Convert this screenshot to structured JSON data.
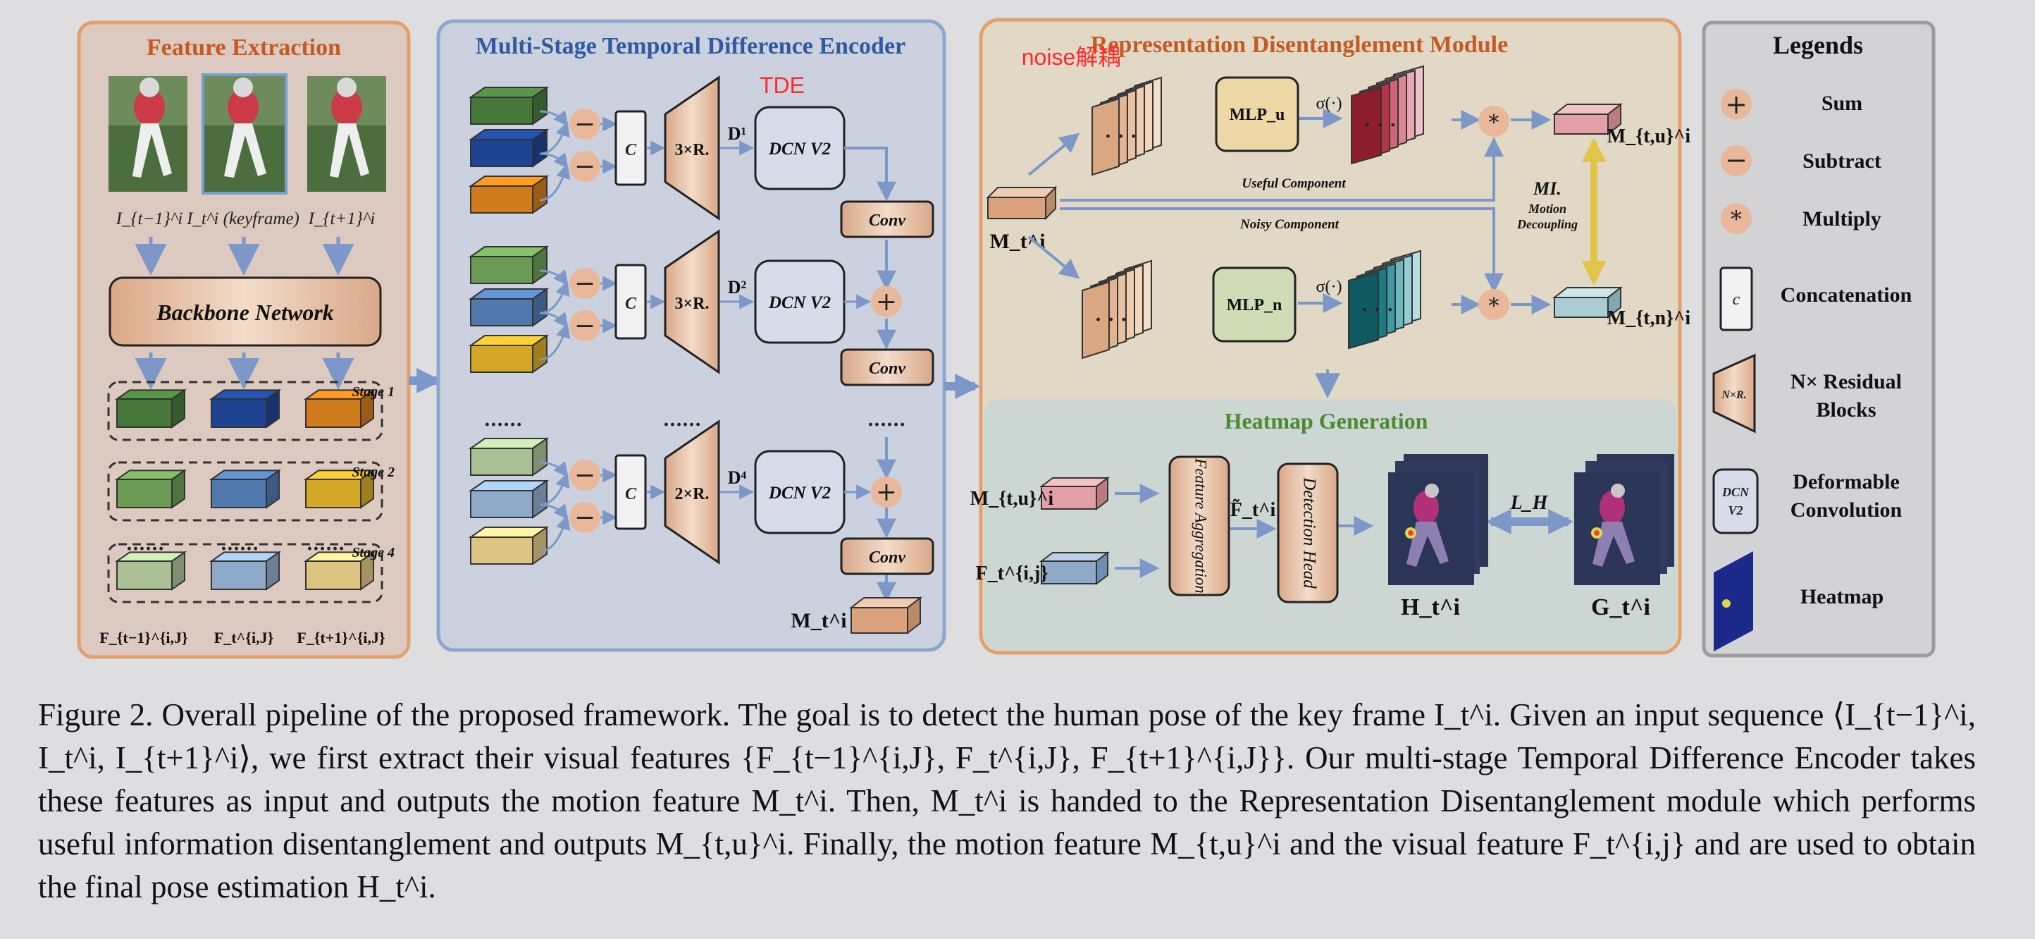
{
  "feature_extraction": {
    "title": "Feature Extraction",
    "frame_labels": [
      "I_{t−1}^i",
      "I_t^i (keyframe)",
      "I_{t+1}^i"
    ],
    "backbone": "Backbone Network",
    "stages": [
      "Stage 1",
      "Stage 2",
      "Stage 4"
    ],
    "ellipsis": "......",
    "feature_labels": [
      "F_{t−1}^{i,J}",
      "F_t^{i,J}",
      "F_{t+1}^{i,J}"
    ]
  },
  "tde": {
    "title": "Multi-Stage Temporal Difference Encoder",
    "annotation": "TDE",
    "concat": "C",
    "residual": [
      "3×R.",
      "3×R.",
      "2×R."
    ],
    "diff": [
      "D¹",
      "D²",
      "D⁴"
    ],
    "dcn": "DCN V2",
    "conv": "Conv",
    "ellipsis": "......",
    "output": "M_t^i"
  },
  "rdm": {
    "title": "Representation Disentanglement Module",
    "annotation": "noise解耦",
    "input": "M_t^i",
    "mlp_u": "MLP_u",
    "mlp_n": "MLP_n",
    "sigma": "σ(·)",
    "useful": "Useful Component",
    "noisy": "Noisy Component",
    "mi_title": "MI.",
    "mi_sub1": "Motion",
    "mi_sub2": "Decoupling",
    "out_u": "M_{t,u}^i",
    "out_n": "M_{t,n}^i"
  },
  "heatmap": {
    "title": "Heatmap Generation",
    "in_m": "M_{t,u}^i",
    "in_f": "F_t^{i,j}",
    "feature_aggregation": "Feature Aggregation",
    "f_tilde": "F̃_t^i",
    "detection_head": "Detection Head",
    "h_label": "H_t^i",
    "g_label": "G_t^i",
    "loss": "L_H"
  },
  "legend": {
    "title": "Legends",
    "items": [
      "Sum",
      "Subtract",
      "Multiply",
      "Concatenation",
      "N× Residual Blocks",
      "Deformable Convolution",
      "Heatmap"
    ]
  },
  "caption": [
    "Figure 2. Overall pipeline of the proposed framework. The goal is to detect the human pose of the key frame I_t^i. Given an input sequence ⟨I_{t−1}^i, I_t^i, I_{t+1}^i⟩, we first extract their visual features {F_{t−1}^{i,J}, F_t^{i,J}, F_{t+1}^{i,J}}. Our multi-stage Temporal Difference Encoder takes these features as input and outputs the motion feature M_t^i. Then, M_t^i is handed to the Representation Disentanglement module which performs useful information disentanglement and outputs M_{t,u}^i. Finally, the motion feature M_{t,u}^i and the visual feature F_t^{i,j} and are used to obtain the final pose estimation H_t^i."
  ],
  "colors": {
    "panel_fe_fill": "#dcc9bf",
    "panel_fe_border": "#e3a06c",
    "panel_tde_fill": "#cbd1de",
    "panel_tde_border": "#8ea6cf",
    "panel_rdm_fill": "#e1d8c6",
    "panel_rdm_border": "#e3a06c",
    "panel_hm_fill": "#ccd7d4",
    "legend_fill": "#d3d3d5",
    "legend_border": "#9c9c9c",
    "arrow": "#7d98c8",
    "block": "#e6b896",
    "block_border": "#9a6a48",
    "circle": "#e9b89a",
    "title_orange": "#c45a22",
    "title_blue": "#2f5aa0",
    "title_green": "#4b8a2e",
    "annotation_red": "#ff2a2a",
    "green_dark": "#46783a",
    "navy": "#1e4390",
    "orange_dark": "#d07b1c",
    "green_mid": "#6b9a55",
    "blue_mid": "#4f78ad",
    "yellow_dark": "#d4a826",
    "green_light": "#a9c094",
    "blue_light": "#8eaac8",
    "yellow_light": "#dcc582",
    "pink": "#e3a0a7",
    "light_cyan": "#aacdd3",
    "mlp_u": "#eed9a6",
    "mlp_n": "#cfdcb5",
    "mi_arrow": "#e3c44a"
  }
}
